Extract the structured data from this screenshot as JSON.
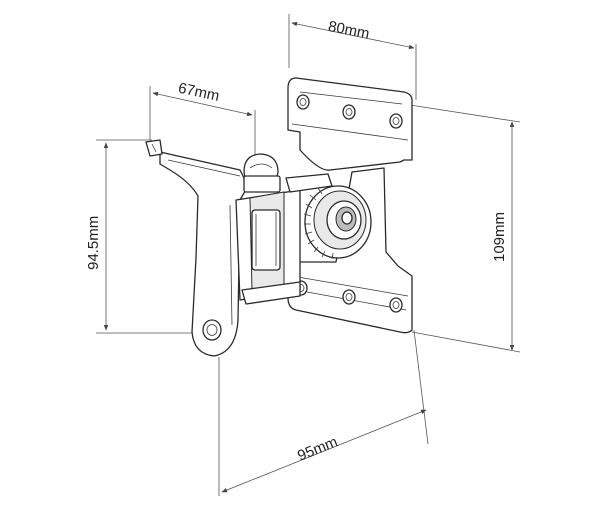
{
  "dimensions": {
    "top_width": "80mm",
    "arm_width": "67mm",
    "arm_height": "94.5mm",
    "plate_height": "109mm",
    "depth": "95mm"
  },
  "colors": {
    "line": "#2a2a2a",
    "background": "#ffffff"
  }
}
